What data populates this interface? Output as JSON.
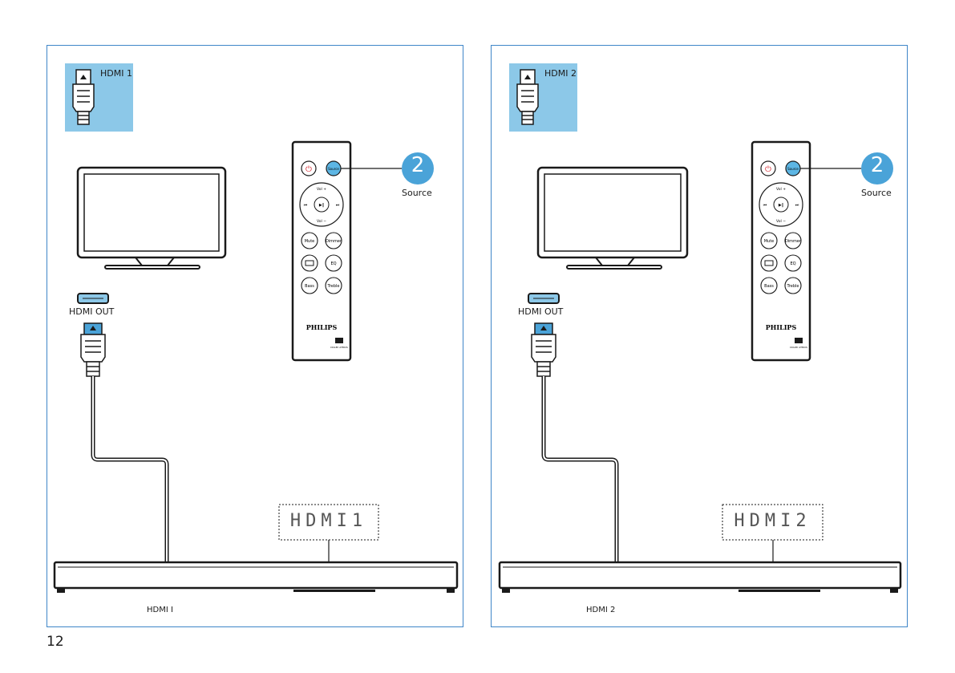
{
  "page_number": "12",
  "panels": [
    {
      "badge_label": "HDMI 1",
      "step_number": "2",
      "step_label": "Source",
      "hdmi_out_label": "HDMI OUT",
      "display_text": "HDMI1",
      "caption": "HDMI I"
    },
    {
      "badge_label": "HDMI 2",
      "step_number": "2",
      "step_label": "Source",
      "hdmi_out_label": "HDMI OUT",
      "display_text": "HDMI2",
      "caption": "HDMI 2"
    }
  ],
  "remote": {
    "brand": "PHILIPS",
    "source_btn": "Source",
    "vol_up": "Vol +",
    "vol_down": "Vol −",
    "mute": "Mute",
    "dimmer": "Dimmer",
    "eq": "EQ",
    "bass": "Bass",
    "treble": "Treble",
    "dolby": "DOLBY ATMOS"
  },
  "colors": {
    "frame": "#3f86c8",
    "badge": "#8cc8e8",
    "step_circle": "#4aa3d8",
    "power": "#d7282f",
    "source_btn": "#5db6e4"
  }
}
